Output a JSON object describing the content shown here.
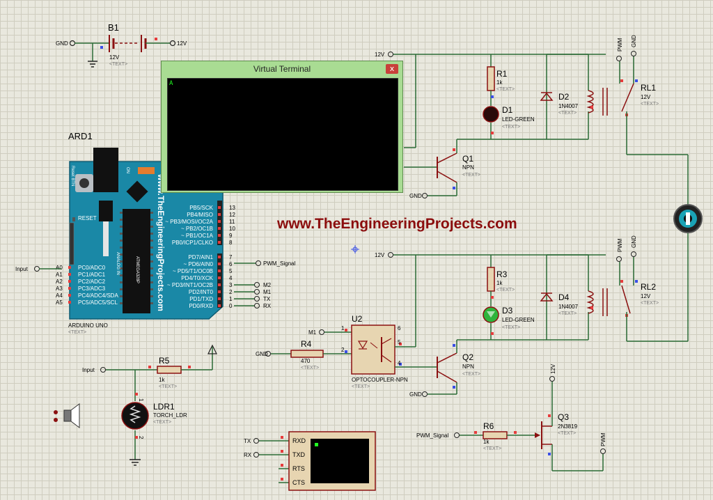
{
  "colors": {
    "wire": "#2a6a35",
    "wire_dark": "#1c3c1c",
    "component": "#8b1010",
    "arduino": "#1a88a6",
    "watermark": "#8b0d0d",
    "terminal_bg": "#a9dc93",
    "pin_red": "#e63c3c",
    "pin_blue": "#3a4fe6"
  },
  "watermark": "www.TheEngineeringProjects.com",
  "virtual_terminal": {
    "title": "Virtual Terminal",
    "close_label": "x",
    "cursor": "A"
  },
  "battery": {
    "ref": "B1",
    "value": "12V",
    "text": "<TEXT>",
    "left_net": "GND",
    "right_net": "12V"
  },
  "arduino": {
    "ref": "ARD1",
    "name": "ARDUINO UNO",
    "text": "<TEXT>",
    "board_url": "www.TheEngineeringProjects.com",
    "reset_label": "RESET",
    "reset_btn": "Reset BTN",
    "analog_label": "ANALOG IN",
    "on_label": "ON",
    "chip_label": "ATMEGA328P",
    "digital_pins": [
      {
        "func": "PB5/SCK",
        "num": "13"
      },
      {
        "func": "PB4/MISO",
        "num": "12"
      },
      {
        "func": "~ PB3/MOSI/OC2A",
        "num": "11"
      },
      {
        "func": "~ PB2/OC1B",
        "num": "10"
      },
      {
        "func": "~ PB1/OC1A",
        "num": "9"
      },
      {
        "func": "PB0/ICP1/CLKO",
        "num": "8"
      },
      {
        "func": "PD7/AIN1",
        "num": "7"
      },
      {
        "func": "~ PD6/AIN0",
        "num": "6"
      },
      {
        "func": "~ PD5/T1/OC0B",
        "num": "5"
      },
      {
        "func": "PD4/T0/XCK",
        "num": "4"
      },
      {
        "func": "~ PD3/INT1/OC2B",
        "num": "3"
      },
      {
        "func": "PD2/INT0",
        "num": "2"
      },
      {
        "func": "PD1/TXD",
        "num": "1"
      },
      {
        "func": "PD0/RXD",
        "num": "0"
      }
    ],
    "analog_pins": [
      {
        "func": "PC0/ADC0",
        "num": "A0"
      },
      {
        "func": "PC1/ADC1",
        "num": "A1"
      },
      {
        "func": "PC2/ADC2",
        "num": "A2"
      },
      {
        "func": "PC3/ADC3",
        "num": "A3"
      },
      {
        "func": "PC4/ADC4/SDA",
        "num": "A4"
      },
      {
        "func": "PC5/ADC5/SCL",
        "num": "A5"
      }
    ],
    "terminals": {
      "input": "Input",
      "pwm": "PWM_Signal",
      "m2": "M2",
      "m1": "M1",
      "tx": "TX",
      "rx": "RX"
    }
  },
  "relay_top": {
    "net_12v": "12V",
    "gnd": "GND",
    "r": {
      "ref": "R1",
      "value": "1k",
      "text": "<TEXT>"
    },
    "led": {
      "ref": "D1",
      "value": "LED-GREEN",
      "text": "<TEXT>"
    },
    "diode": {
      "ref": "D2",
      "value": "1N4007",
      "text": "<TEXT>"
    },
    "transistor": {
      "ref": "Q1",
      "value": "NPN",
      "text": "<TEXT>"
    },
    "relay": {
      "ref": "RL1",
      "value": "12V",
      "text": "<TEXT>"
    },
    "pwm_net": "PWM",
    "gnd_net": "GND"
  },
  "relay_bottom": {
    "net_12v": "12V",
    "gnd": "GND",
    "r": {
      "ref": "R3",
      "value": "1k",
      "text": "<TEXT>"
    },
    "led": {
      "ref": "D3",
      "value": "LED-GREEN",
      "text": "<TEXT>"
    },
    "diode": {
      "ref": "D4",
      "value": "1N4007",
      "text": "<TEXT>"
    },
    "transistor": {
      "ref": "Q2",
      "value": "NPN",
      "text": "<TEXT>"
    },
    "relay": {
      "ref": "RL2",
      "value": "12V",
      "text": "<TEXT>"
    },
    "pwm_net": "PWM",
    "gnd_net": "GND"
  },
  "opto": {
    "ref": "U2",
    "value": "OPTOCOUPLER-NPN",
    "text": "<TEXT>",
    "in_net": "M1",
    "gnd": "GND",
    "r": {
      "ref": "R4",
      "value": "470",
      "text": "<TEXT>"
    },
    "pins": [
      "1",
      "2",
      "4",
      "5",
      "6"
    ]
  },
  "ldr_stage": {
    "input": "Input",
    "r": {
      "ref": "R5",
      "value": "1k",
      "text": "<TEXT>"
    },
    "ldr": {
      "ref": "LDR1",
      "value": "TORCH_LDR",
      "text": "<TEXT>"
    },
    "pins": [
      "1",
      "2"
    ]
  },
  "jfet_stage": {
    "in_net": "PWM_Signal",
    "r": {
      "ref": "R6",
      "value": "1k",
      "text": "<TEXT>"
    },
    "q": {
      "ref": "Q3",
      "value": "2N3819",
      "text": "<TEXT>"
    },
    "top_net": "12V",
    "out_net": "PWM"
  },
  "uart": {
    "pins": [
      "RXD",
      "TXD",
      "RTS",
      "CTS"
    ],
    "tx_net": "TX",
    "rx_net": "RX"
  }
}
